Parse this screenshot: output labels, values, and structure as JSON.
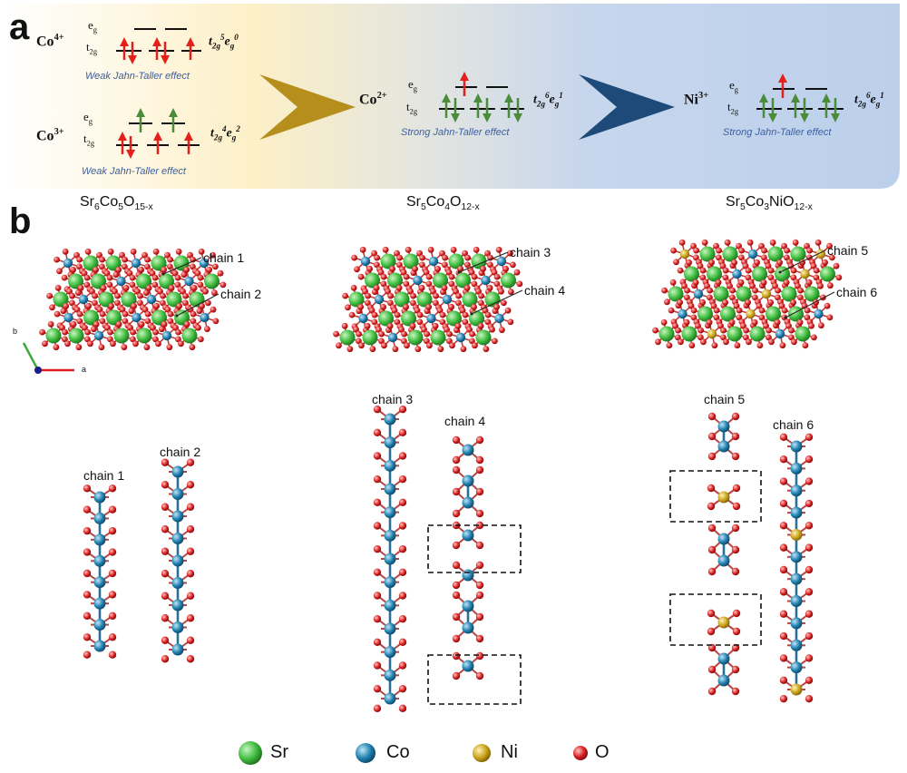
{
  "panel_a": {
    "letter": "a",
    "co4": {
      "ion": "Co",
      "charge": "4+",
      "eg": "e",
      "eg_sub": "g",
      "t2g": "t",
      "t2g_sub": "2g",
      "config_t": "t",
      "config_t_sub": "2g",
      "config_t_sup": "5",
      "config_e": "e",
      "config_e_sub": "g",
      "config_e_sup": "0",
      "effect": "Weak Jahn-Taller effect"
    },
    "co3": {
      "ion": "Co",
      "charge": "3+",
      "eg": "e",
      "eg_sub": "g",
      "t2g": "t",
      "t2g_sub": "2g",
      "config_t": "t",
      "config_t_sub": "2g",
      "config_t_sup": "4",
      "config_e": "e",
      "config_e_sub": "g",
      "config_e_sup": "2",
      "effect": "Weak Jahn-Taller effect"
    },
    "co2": {
      "ion": "Co",
      "charge": "2+",
      "eg": "e",
      "eg_sub": "g",
      "t2g": "t",
      "t2g_sub": "2g",
      "config_t": "t",
      "config_t_sub": "2g",
      "config_t_sup": "6",
      "config_e": "e",
      "config_e_sub": "g",
      "config_e_sup": "1",
      "effect": "Strong Jahn-Taller effect"
    },
    "ni3": {
      "ion": "Ni",
      "charge": "3+",
      "eg": "e",
      "eg_sub": "g",
      "t2g": "t",
      "t2g_sub": "2g",
      "config_t": "t",
      "config_t_sub": "2g",
      "config_t_sup": "6",
      "config_e": "e",
      "config_e_sub": "g",
      "config_e_sup": "1",
      "effect": "Strong Jahn-Taller effect"
    }
  },
  "panel_b": {
    "letter": "b",
    "structures": [
      {
        "formula_main": "Sr",
        "s1": "6",
        "m2": "Co",
        "s2": "5",
        "m3": "O",
        "s3": "15-x",
        "chain_a": "chain 1",
        "chain_b": "chain 2"
      },
      {
        "formula_main": "Sr",
        "s1": "5",
        "m2": "Co",
        "s2": "4",
        "m3": "O",
        "s3": "12-x",
        "chain_a": "chain 3",
        "chain_b": "chain 4"
      },
      {
        "formula_main": "Sr",
        "s1": "5",
        "m2": "Co",
        "s2": "3",
        "m3": "NiO",
        "s3": "12-x",
        "chain_a": "chain 5",
        "chain_b": "chain 6"
      }
    ],
    "chain_labels": [
      "chain 1",
      "chain 2",
      "chain 3",
      "chain 4",
      "chain 5",
      "chain 6"
    ],
    "axes": {
      "b": "b",
      "a": "a"
    }
  },
  "legend": [
    {
      "label": "Sr",
      "color": "#3dbb3d"
    },
    {
      "label": "Co",
      "color": "#1f7fae"
    },
    {
      "label": "Ni",
      "color": "#c9a21a"
    },
    {
      "label": "O",
      "color": "#d81f1f"
    }
  ],
  "colors": {
    "spin_red": "#e3201b",
    "spin_green": "#4a8c3a",
    "arrow_gold": "#b58e1c",
    "arrow_blue": "#1d4a78",
    "jt_text": "#3b5fa0"
  }
}
